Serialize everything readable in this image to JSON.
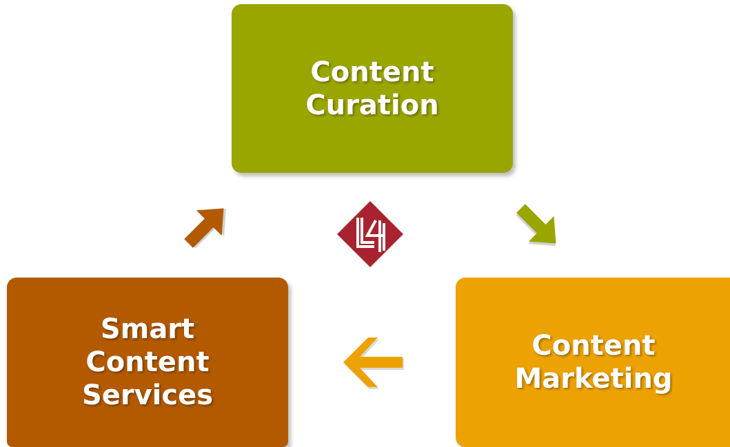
{
  "diagram": {
    "nodes": [
      {
        "id": "curation",
        "label": "Content\nCuration",
        "color": "#9aa600"
      },
      {
        "id": "marketing",
        "label": "Content\nMarketing",
        "color": "#eda204"
      },
      {
        "id": "smart",
        "label": "Smart\nContent\nServices",
        "color": "#b35a00"
      }
    ],
    "arrows": [
      {
        "from": "curation",
        "to": "marketing",
        "color": "#9aa600",
        "icon": "arrow-down-right-icon"
      },
      {
        "from": "marketing",
        "to": "smart",
        "color": "#eda204",
        "icon": "arrow-left-icon"
      },
      {
        "from": "smart",
        "to": "curation",
        "color": "#b35a00",
        "icon": "arrow-up-right-icon"
      }
    ],
    "logo": {
      "text": "L4",
      "color": "#a8232f",
      "icon": "l4-logo-icon"
    }
  }
}
